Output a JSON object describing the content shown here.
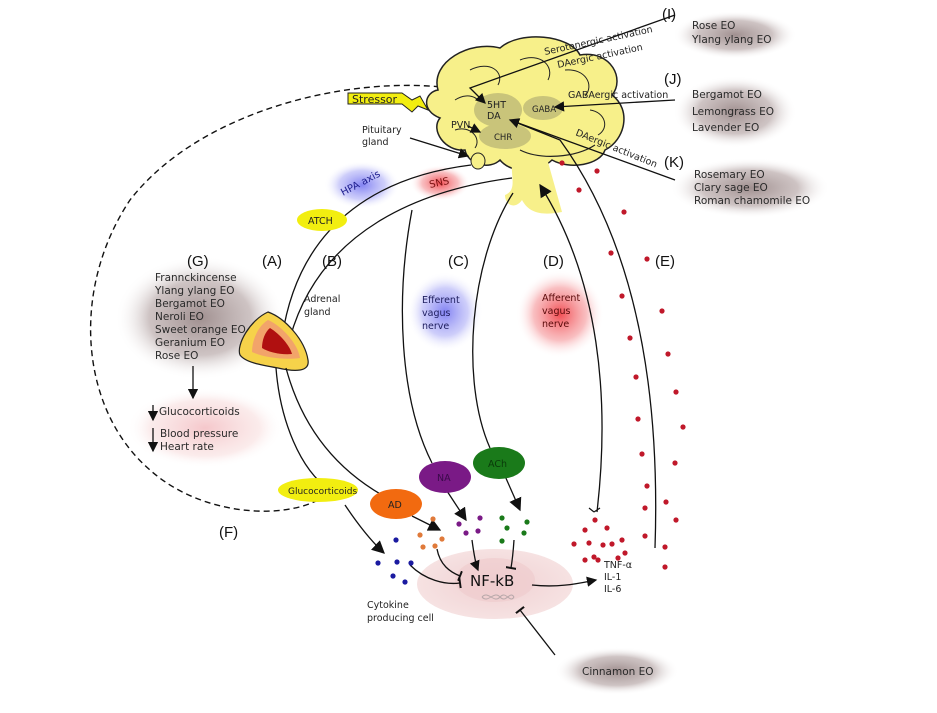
{
  "panels": {
    "A": "(A)",
    "B": "(B)",
    "C": "(C)",
    "D": "(D)",
    "E": "(E)",
    "F": "(F)",
    "G": "(G)",
    "I": "(I)",
    "J": "(J)",
    "K": "(K)"
  },
  "brain": {
    "stressor": "Stressor",
    "pvn": "PVN",
    "nuclei_5ht": "5HT",
    "nuclei_da": "DA",
    "gaba": "GABA",
    "chr": "CHR",
    "pituitary": [
      "Pituitary",
      "gland"
    ]
  },
  "activations": {
    "serotonergic": "Serotonergic activation",
    "daergic_top": "DAergic activation",
    "gabaergic": "GABAergic activation",
    "daergic_bottom": "DAergic  activation"
  },
  "eo_groups": {
    "I": [
      "Rose EO",
      "Ylang ylang EO"
    ],
    "J": [
      "Bergamot EO",
      "Lemongrass EO",
      "Lavender EO"
    ],
    "K": [
      "Rosemary EO",
      "Clary sage EO",
      "Roman chamomile EO"
    ],
    "G": [
      "Frannckincense",
      "Ylang ylang EO",
      "Bergamot EO",
      "Neroli EO",
      "Sweet orange EO",
      "Geranium EO",
      "Rose EO"
    ],
    "cinnamon": "Cinnamon EO"
  },
  "effects_G": {
    "glucocorticoids": "Glucocorticoids",
    "bp": "Blood pressure",
    "hr": "Heart rate"
  },
  "pathways": {
    "hpa": "HPA axis",
    "sns": "SNS",
    "atch": "ATCH",
    "adrenal": [
      "Adrenal",
      "gland"
    ],
    "efferent": [
      "Efferent",
      "vagus",
      "nerve"
    ],
    "afferent": [
      "Afferent",
      "vagus",
      "nerve"
    ]
  },
  "mediators": {
    "glucocorticoids": "Glucocorticoids",
    "ad": "AD",
    "na": "NA",
    "ach": "ACh"
  },
  "cell": {
    "nfkb": "NF-kB",
    "label": [
      "Cytokine",
      "producing cell"
    ],
    "cytokines": [
      "TNF-α",
      "IL-1",
      "IL-6"
    ]
  },
  "colors": {
    "brain": "#f7f08a",
    "nucleus": "#c9c47a",
    "atch": "#f2ee10",
    "ad": "#f26a10",
    "na": "#7a1a86",
    "ach": "#1a7a1a",
    "cytokine_dot": "#c0182a",
    "eo_halo": "#8e7c7c"
  }
}
